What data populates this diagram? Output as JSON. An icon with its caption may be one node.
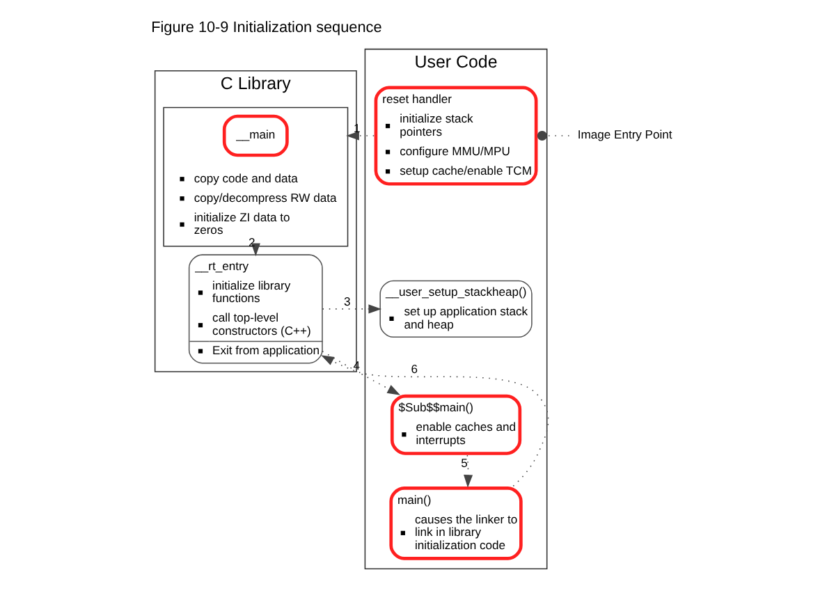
{
  "diagram": {
    "title": "Figure 10-9 Initialization sequence",
    "nodes": [
      {
        "text": [
          "C Library"
        ]
      },
      {
        "text": [
          "copy code and data",
          "copy/decompress RW data",
          "initialize ZI data to zeros"
        ],
        "in": 0
      },
      {
        "text": [
          "__main"
        ],
        "in": 1
      },
      {
        "text": [
          "__rt_entry",
          "initialize library functions",
          "call top-level constructors (C++)",
          "Exit from application"
        ],
        "in": 0
      },
      {
        "text": [
          "User Code"
        ]
      },
      {
        "text": [
          "reset handler",
          "initialize stack pointers",
          "configure MMU/MPU",
          "setup cache/enable TCM"
        ],
        "in": 4
      },
      {
        "text": [
          "__user_setup_stackheap()",
          "set up application stack and heap"
        ],
        "in": 4
      },
      {
        "text": [
          "$Sub$$main()",
          "enable caches and interrupts"
        ],
        "in": 4
      },
      {
        "text": [
          "main()",
          "causes the linker to link in library initialization code"
        ],
        "in": 4
      },
      {
        "text": [
          "Image Entry Point"
        ]
      }
    ],
    "edges": [
      {
        "from": 5,
        "to": 1,
        "arrow": "to",
        "label": "1"
      },
      {
        "from": 1,
        "to": 3,
        "arrow": "to",
        "label": "2"
      },
      {
        "from": 3,
        "to": 6,
        "arrow": "to",
        "label": "3"
      },
      {
        "from": 3,
        "to": 7,
        "arrow": "to",
        "label": "4"
      },
      {
        "from": 7,
        "to": 8,
        "arrow": "to",
        "label": "5"
      },
      {
        "from": 8,
        "to": 3,
        "arrow": "to",
        "label": "6"
      },
      {
        "from": 9,
        "to": 5,
        "arrow": "other"
      }
    ]
  }
}
